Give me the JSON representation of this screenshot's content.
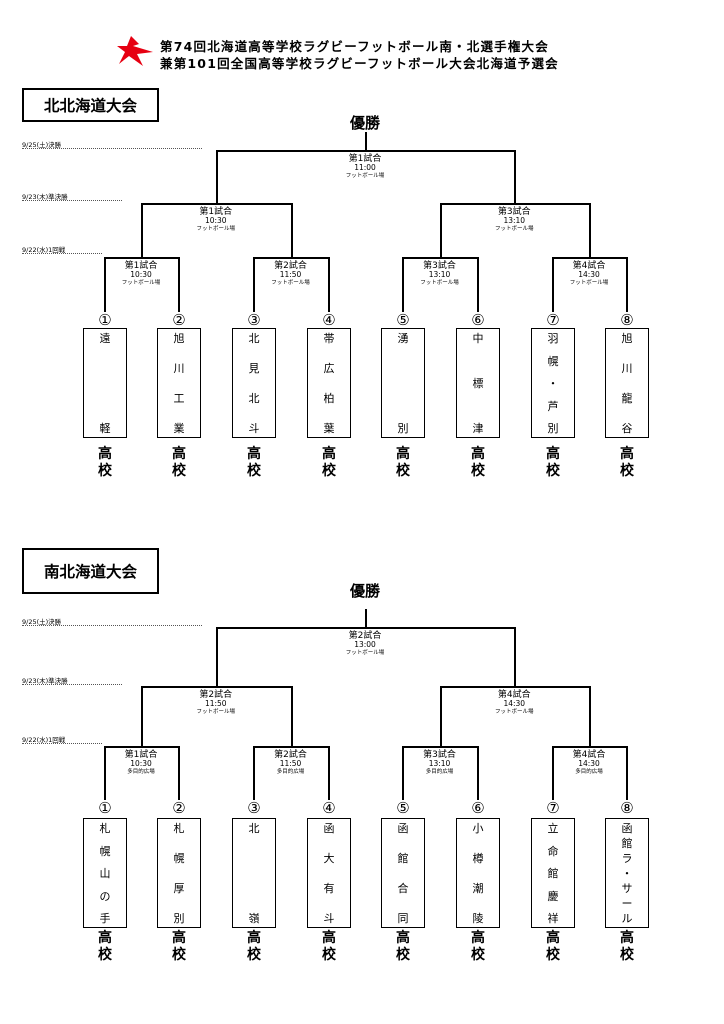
{
  "header": {
    "title_line1": "第74回北海道高等学校ラグビーフットボール南・北選手権大会",
    "title_line2": "兼第101回全国高等学校ラグビーフットボール大会北海道予選会"
  },
  "colors": {
    "logo": "#e60012"
  },
  "suffix": [
    "高",
    "校"
  ],
  "sections": [
    {
      "name": "北北海道大会",
      "champion": "優勝",
      "rounds": [
        "9/25(土)決勝",
        "9/23(木)準決勝",
        "9/22(水)1回戦"
      ],
      "final": {
        "name": "第1試合",
        "time": "11:00",
        "venue": "フットボール場"
      },
      "semis": [
        {
          "name": "第1試合",
          "time": "10:30",
          "venue": "フットボール場"
        },
        {
          "name": "第3試合",
          "time": "13:10",
          "venue": "フットボール場"
        }
      ],
      "firsts": [
        {
          "name": "第1試合",
          "time": "10:30",
          "venue": "フットボール場"
        },
        {
          "name": "第2試合",
          "time": "11:50",
          "venue": "フットボール場"
        },
        {
          "name": "第3試合",
          "time": "13:10",
          "venue": "フットボール場"
        },
        {
          "name": "第4試合",
          "time": "14:30",
          "venue": "フットボール場"
        }
      ],
      "teams": [
        {
          "seed": "①",
          "name": "遠軽"
        },
        {
          "seed": "②",
          "name": "旭川工業"
        },
        {
          "seed": "③",
          "name": "北見北斗"
        },
        {
          "seed": "④",
          "name": "帯広柏葉"
        },
        {
          "seed": "⑤",
          "name": "湧別"
        },
        {
          "seed": "⑥",
          "name": "中標津"
        },
        {
          "seed": "⑦",
          "name": "羽幌・芦別"
        },
        {
          "seed": "⑧",
          "name": "旭川龍谷"
        }
      ]
    },
    {
      "name": "南北海道大会",
      "champion": "優勝",
      "rounds": [
        "9/25(土)決勝",
        "9/23(木)準決勝",
        "9/22(水)1回戦"
      ],
      "final": {
        "name": "第2試合",
        "time": "13:00",
        "venue": "フットボール場"
      },
      "semis": [
        {
          "name": "第2試合",
          "time": "11:50",
          "venue": "フットボール場"
        },
        {
          "name": "第4試合",
          "time": "14:30",
          "venue": "フットボール場"
        }
      ],
      "firsts": [
        {
          "name": "第1試合",
          "time": "10:30",
          "venue": "多目的広場"
        },
        {
          "name": "第2試合",
          "time": "11:50",
          "venue": "多目的広場"
        },
        {
          "name": "第3試合",
          "time": "13:10",
          "venue": "多目的広場"
        },
        {
          "name": "第4試合",
          "time": "14:30",
          "venue": "多目的広場"
        }
      ],
      "teams": [
        {
          "seed": "①",
          "name": "札幌山の手"
        },
        {
          "seed": "②",
          "name": "札幌厚別"
        },
        {
          "seed": "③",
          "name": "北嶺"
        },
        {
          "seed": "④",
          "name": "函大有斗"
        },
        {
          "seed": "⑤",
          "name": "函館合同"
        },
        {
          "seed": "⑥",
          "name": "小樽潮陵"
        },
        {
          "seed": "⑦",
          "name": "立命館慶祥"
        },
        {
          "seed": "⑧",
          "name": "函館ラ・サール"
        }
      ]
    }
  ]
}
